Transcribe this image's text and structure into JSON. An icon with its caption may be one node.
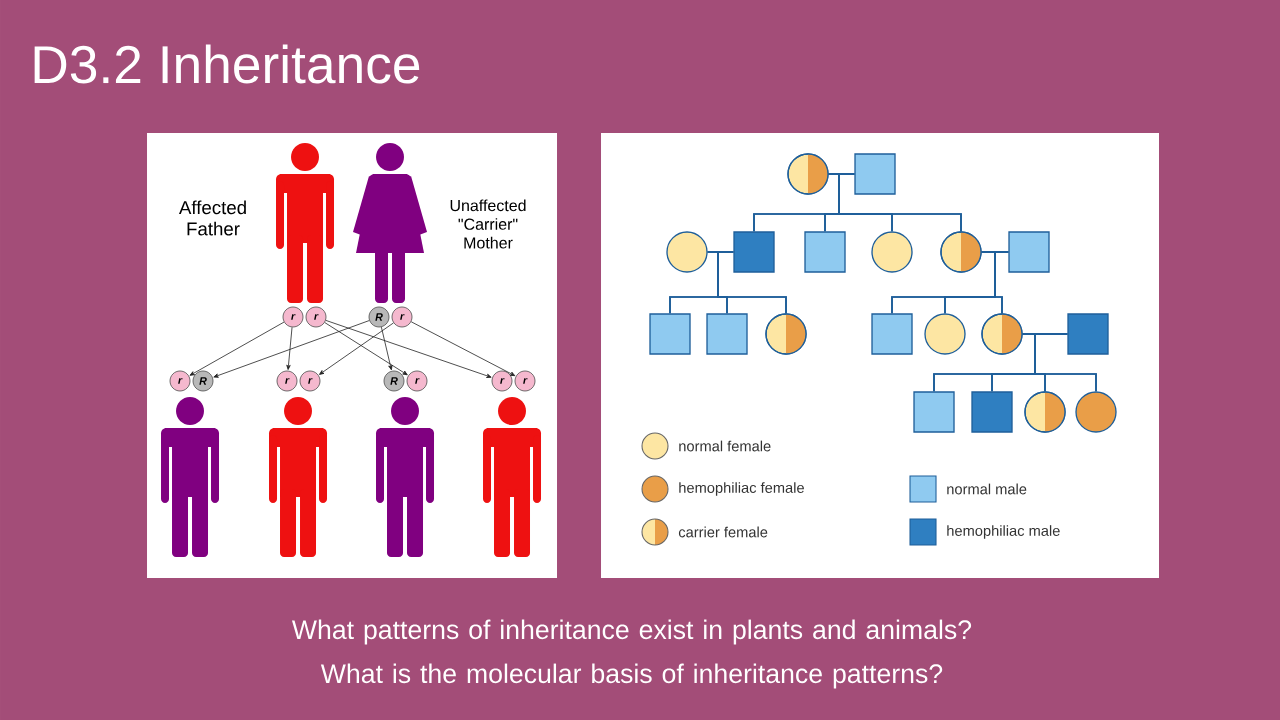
{
  "diagram": {
    "title": "D3.2 Inheritance",
    "nodes": [
      {
        "text": [
          "r"
        ]
      },
      {
        "text": [
          "r"
        ]
      },
      {
        "text": [
          "R"
        ]
      },
      {
        "text": [
          "r"
        ]
      },
      {
        "text": [
          "r"
        ]
      },
      {
        "text": [
          "R"
        ]
      },
      {
        "text": [
          "r"
        ]
      },
      {
        "text": [
          "r"
        ]
      },
      {
        "text": [
          "R"
        ]
      },
      {
        "text": [
          "r"
        ]
      },
      {
        "text": [
          "r"
        ]
      },
      {
        "text": [
          "r"
        ]
      },
      {
        "text": [],
        "shape": "circle"
      },
      {
        "text": [],
        "shape": "box"
      },
      {
        "text": [],
        "shape": "circle"
      },
      {
        "text": [],
        "shape": "box"
      },
      {
        "text": [],
        "shape": "box"
      },
      {
        "text": [],
        "shape": "circle"
      },
      {
        "text": [],
        "shape": "circle"
      },
      {
        "text": [],
        "shape": "box"
      },
      {
        "text": [],
        "shape": "box"
      },
      {
        "text": [],
        "shape": "box"
      },
      {
        "text": [],
        "shape": "circle"
      },
      {
        "text": [],
        "shape": "box"
      },
      {
        "text": [],
        "shape": "circle"
      },
      {
        "text": [],
        "shape": "circle"
      },
      {
        "text": [],
        "shape": "box"
      },
      {
        "text": [],
        "shape": "box"
      },
      {
        "text": [],
        "shape": "box"
      },
      {
        "text": [],
        "shape": "circle"
      },
      {
        "text": [],
        "shape": "circle"
      }
    ],
    "edges": [
      {
        "from": 0,
        "to": 4,
        "arrow": "to",
        "color": "#222222"
      },
      {
        "from": 2,
        "to": 5,
        "arrow": "to",
        "color": "#222222"
      },
      {
        "from": 0,
        "to": 6,
        "arrow": "to",
        "color": "#222222"
      },
      {
        "from": 3,
        "to": 7,
        "arrow": "to",
        "color": "#222222"
      },
      {
        "from": 2,
        "to": 8,
        "arrow": "to",
        "color": "#222222"
      },
      {
        "from": 1,
        "to": 9,
        "arrow": "to",
        "color": "#222222"
      },
      {
        "from": 1,
        "to": 10,
        "arrow": "to",
        "color": "#222222"
      },
      {
        "from": 3,
        "to": 11,
        "arrow": "to",
        "color": "#222222"
      },
      {
        "from": 12,
        "to": 13,
        "arrow": "none"
      },
      {
        "from": 12,
        "to": 15,
        "arrow": "none"
      },
      {
        "from": 13,
        "to": 15,
        "arrow": "none"
      },
      {
        "from": 12,
        "to": 16,
        "arrow": "none"
      },
      {
        "from": 13,
        "to": 16,
        "arrow": "none"
      },
      {
        "from": 12,
        "to": 17,
        "arrow": "none"
      },
      {
        "from": 13,
        "to": 17,
        "arrow": "none"
      },
      {
        "from": 12,
        "to": 18,
        "arrow": "none"
      },
      {
        "from": 13,
        "to": 18,
        "arrow": "none"
      },
      {
        "from": 14,
        "to": 15,
        "arrow": "none"
      },
      {
        "from": 18,
        "to": 19,
        "arrow": "none"
      },
      {
        "from": 14,
        "to": 20,
        "arrow": "none"
      },
      {
        "from": 15,
        "to": 20,
        "arrow": "none"
      },
      {
        "from": 14,
        "to": 21,
        "arrow": "none"
      },
      {
        "from": 15,
        "to": 21,
        "arrow": "none"
      },
      {
        "from": 14,
        "to": 22,
        "arrow": "none"
      },
      {
        "from": 15,
        "to": 22,
        "arrow": "none"
      },
      {
        "from": 18,
        "to": 23,
        "arrow": "none"
      },
      {
        "from": 19,
        "to": 23,
        "arrow": "none"
      },
      {
        "from": 18,
        "to": 24,
        "arrow": "none"
      },
      {
        "from": 19,
        "to": 24,
        "arrow": "none"
      },
      {
        "from": 18,
        "to": 25,
        "arrow": "none"
      },
      {
        "from": 19,
        "to": 25,
        "arrow": "none"
      },
      {
        "from": 25,
        "to": 26,
        "arrow": "none"
      },
      {
        "from": 25,
        "to": 27,
        "arrow": "none"
      },
      {
        "from": 26,
        "to": 27,
        "arrow": "none"
      },
      {
        "from": 25,
        "to": 28,
        "arrow": "none"
      },
      {
        "from": 26,
        "to": 28,
        "arrow": "none"
      },
      {
        "from": 25,
        "to": 29,
        "arrow": "none"
      },
      {
        "from": 26,
        "to": 29,
        "arrow": "none"
      },
      {
        "from": 25,
        "to": 30,
        "arrow": "none"
      },
      {
        "from": 26,
        "to": 30,
        "arrow": "none"
      }
    ],
    "labels": [
      "Affected Father",
      "Unaffected \"Carrier\" Mother",
      "What patterns of inheritance exist in plants and animals?",
      "What is the molecular basis of inheritance patterns?"
    ],
    "legend": [
      {
        "text": "normal female",
        "color": "#fde6a3"
      },
      {
        "text": "hemophiliac female",
        "color": "#e99e48"
      },
      {
        "text": "carrier female"
      },
      {
        "text": "normal male",
        "color": "#8fcaf0"
      },
      {
        "text": "hemophiliac male",
        "color": "#2f7fc1"
      }
    ]
  }
}
